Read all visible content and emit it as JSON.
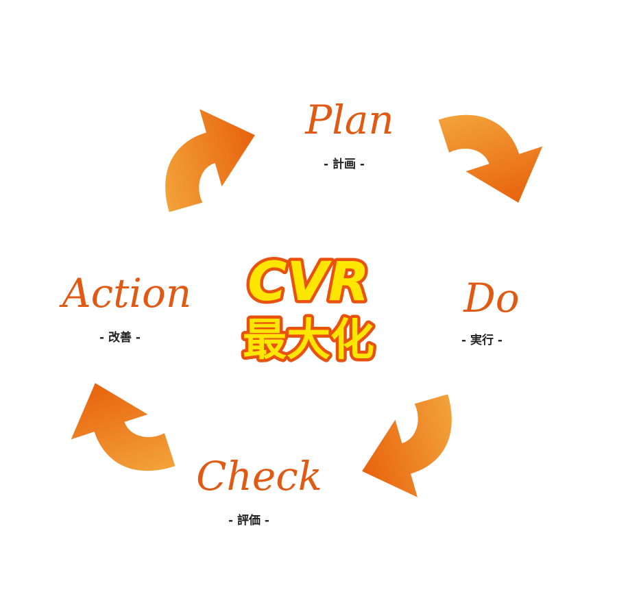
{
  "colors": {
    "label": "#e05a14",
    "sub": "#222222",
    "arrow_light": "#f2a23a",
    "arrow_dark": "#e8620e",
    "center_fill": "#ffe600",
    "center_stroke": "#e8520e"
  },
  "cycle": {
    "plan": {
      "label": "Plan",
      "sub": "- 計画 -"
    },
    "do": {
      "label": "Do",
      "sub": "- 実行 -"
    },
    "check": {
      "label": "Check",
      "sub": "- 評価 -"
    },
    "action": {
      "label": "Action",
      "sub": "- 改善 -"
    }
  },
  "center": {
    "main": "CVR",
    "sub": "最大化"
  },
  "arrows": [
    "action-to-plan",
    "plan-to-do",
    "do-to-check",
    "check-to-action"
  ]
}
